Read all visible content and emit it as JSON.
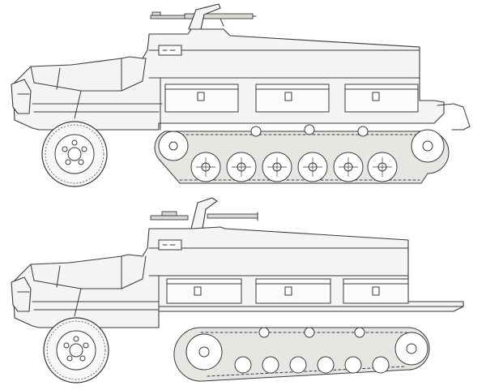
{
  "image": {
    "background": "#ffffff",
    "line_color": "#3a3a3a",
    "vehicles": [
      {
        "id": "upper",
        "road_wheels_visible": 6
      },
      {
        "id": "lower",
        "road_wheels_visible": 6
      }
    ]
  }
}
